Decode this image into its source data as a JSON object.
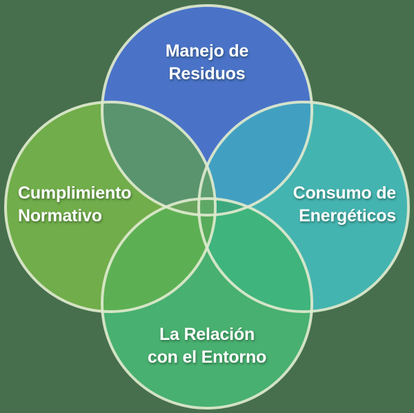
{
  "diagram": {
    "type": "venn-4-circles",
    "background_color": "#476F4D",
    "stroke_color": "#DEE9CD",
    "text_color": "#FFFFFF",
    "circles": {
      "top": {
        "label_line1": "Manejo de",
        "label_line2": "Residuos",
        "color": "#4A73C8"
      },
      "left": {
        "label_line1": "Cumplimiento",
        "label_line2": "Normativo",
        "color": "#71AD4A"
      },
      "right": {
        "label_line1": "Consumo de",
        "label_line2": "Energéticos",
        "color": "#44B4B0"
      },
      "bottom": {
        "label_line1": "La Relación",
        "label_line2": "con el Entorno",
        "color": "#48B070"
      }
    },
    "overlap_colors": {
      "left_top": "#59946F",
      "top_right": "#41A0C1",
      "left_bottom": "#5CB053",
      "right_bottom": "#3FB47C",
      "left_top_right": "#5F9E70",
      "left_top_bottom": "#69A45D",
      "top_right_bottom": "#3DA87E",
      "left_right_bottom": "#58AB5B",
      "center": "#5FA966"
    }
  }
}
